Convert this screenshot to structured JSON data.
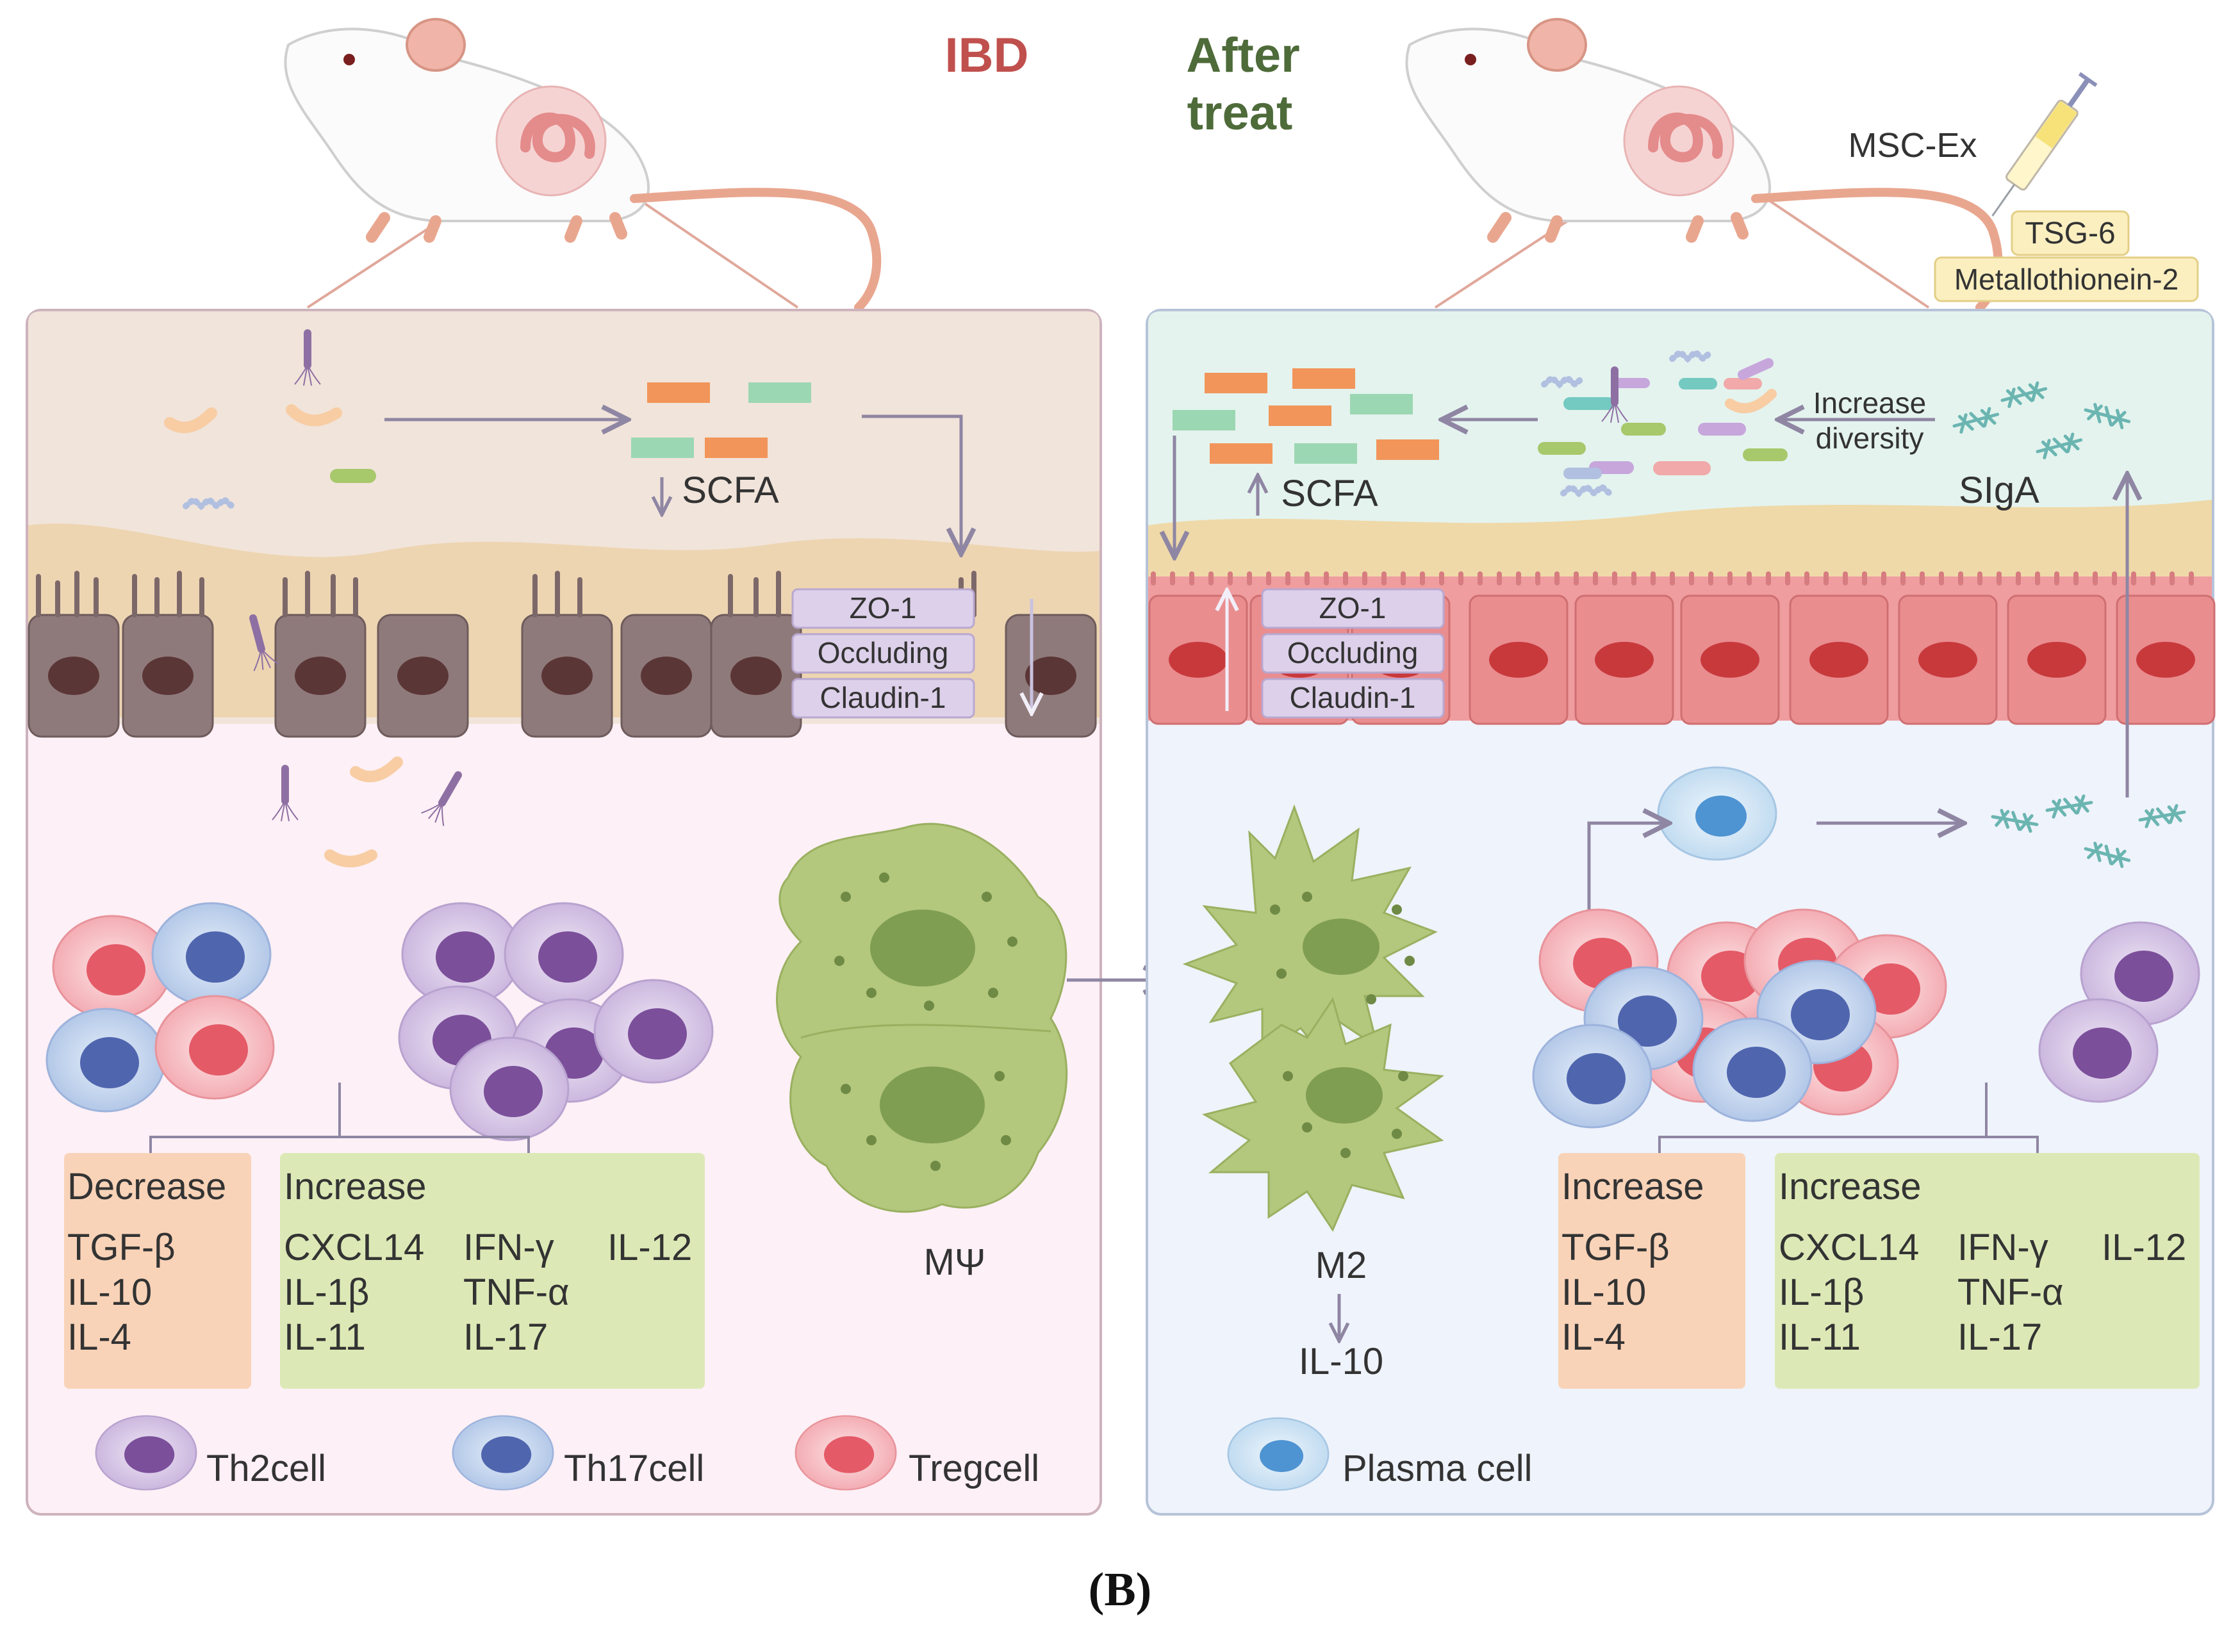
{
  "header": {
    "ibd_label": "IBD",
    "after_label_line1": "After",
    "after_label_line2": "treat"
  },
  "treatment": {
    "msc_ex": "MSC-Ex",
    "tsg6": "TSG-6",
    "metallothionein": "Metallothionein-2"
  },
  "left": {
    "scfa": "SCFA",
    "tight_junctions": [
      "ZO-1",
      "Occluding",
      "Claudin-1"
    ],
    "decrease_title": "Decrease",
    "decrease_items": [
      "TGF-β",
      "IL-10",
      "IL-4"
    ],
    "increase_title": "Increase",
    "increase_col1": [
      "CXCL14",
      "IL-1β",
      "IL-11"
    ],
    "increase_col2": [
      "IFN-γ",
      "TNF-α",
      "IL-17"
    ],
    "increase_col3": [
      "IL-12"
    ],
    "macrophage": "MΨ",
    "legend": [
      "Th2cell",
      "Th17cell",
      "Tregcell"
    ]
  },
  "right": {
    "scfa": "SCFA",
    "increase_diversity_line1": "Increase",
    "increase_diversity_line2": "diversity",
    "sIgA": "SIgA",
    "tight_junctions": [
      "ZO-1",
      "Occluding",
      "Claudin-1"
    ],
    "m2": "M2",
    "il10": "IL-10",
    "increase_title_a": "Increase",
    "increase_items_a": [
      "TGF-β",
      "IL-10",
      "IL-4"
    ],
    "increase_title_b": "Increase",
    "increase_col1": [
      "CXCL14",
      "IL-1β",
      "IL-11"
    ],
    "increase_col2": [
      "IFN-γ",
      "TNF-α",
      "IL-17"
    ],
    "increase_col3": [
      "IL-12"
    ],
    "legend": [
      "Plasma cell"
    ]
  },
  "caption": "(B)",
  "colors": {
    "ibd_red": "#c0504d",
    "after_green": "#4e6b3a",
    "decrease_box": "#f9d3b8",
    "increase_box": "#dce9b6",
    "tj_box": "#ddd0ea",
    "arrow": "#8f86a3",
    "th2": "#9b79b8",
    "th17": "#6a7fc2",
    "treg": "#e8707a",
    "plasma": "#6aa8dc",
    "macrophage": "#a3b86a"
  }
}
